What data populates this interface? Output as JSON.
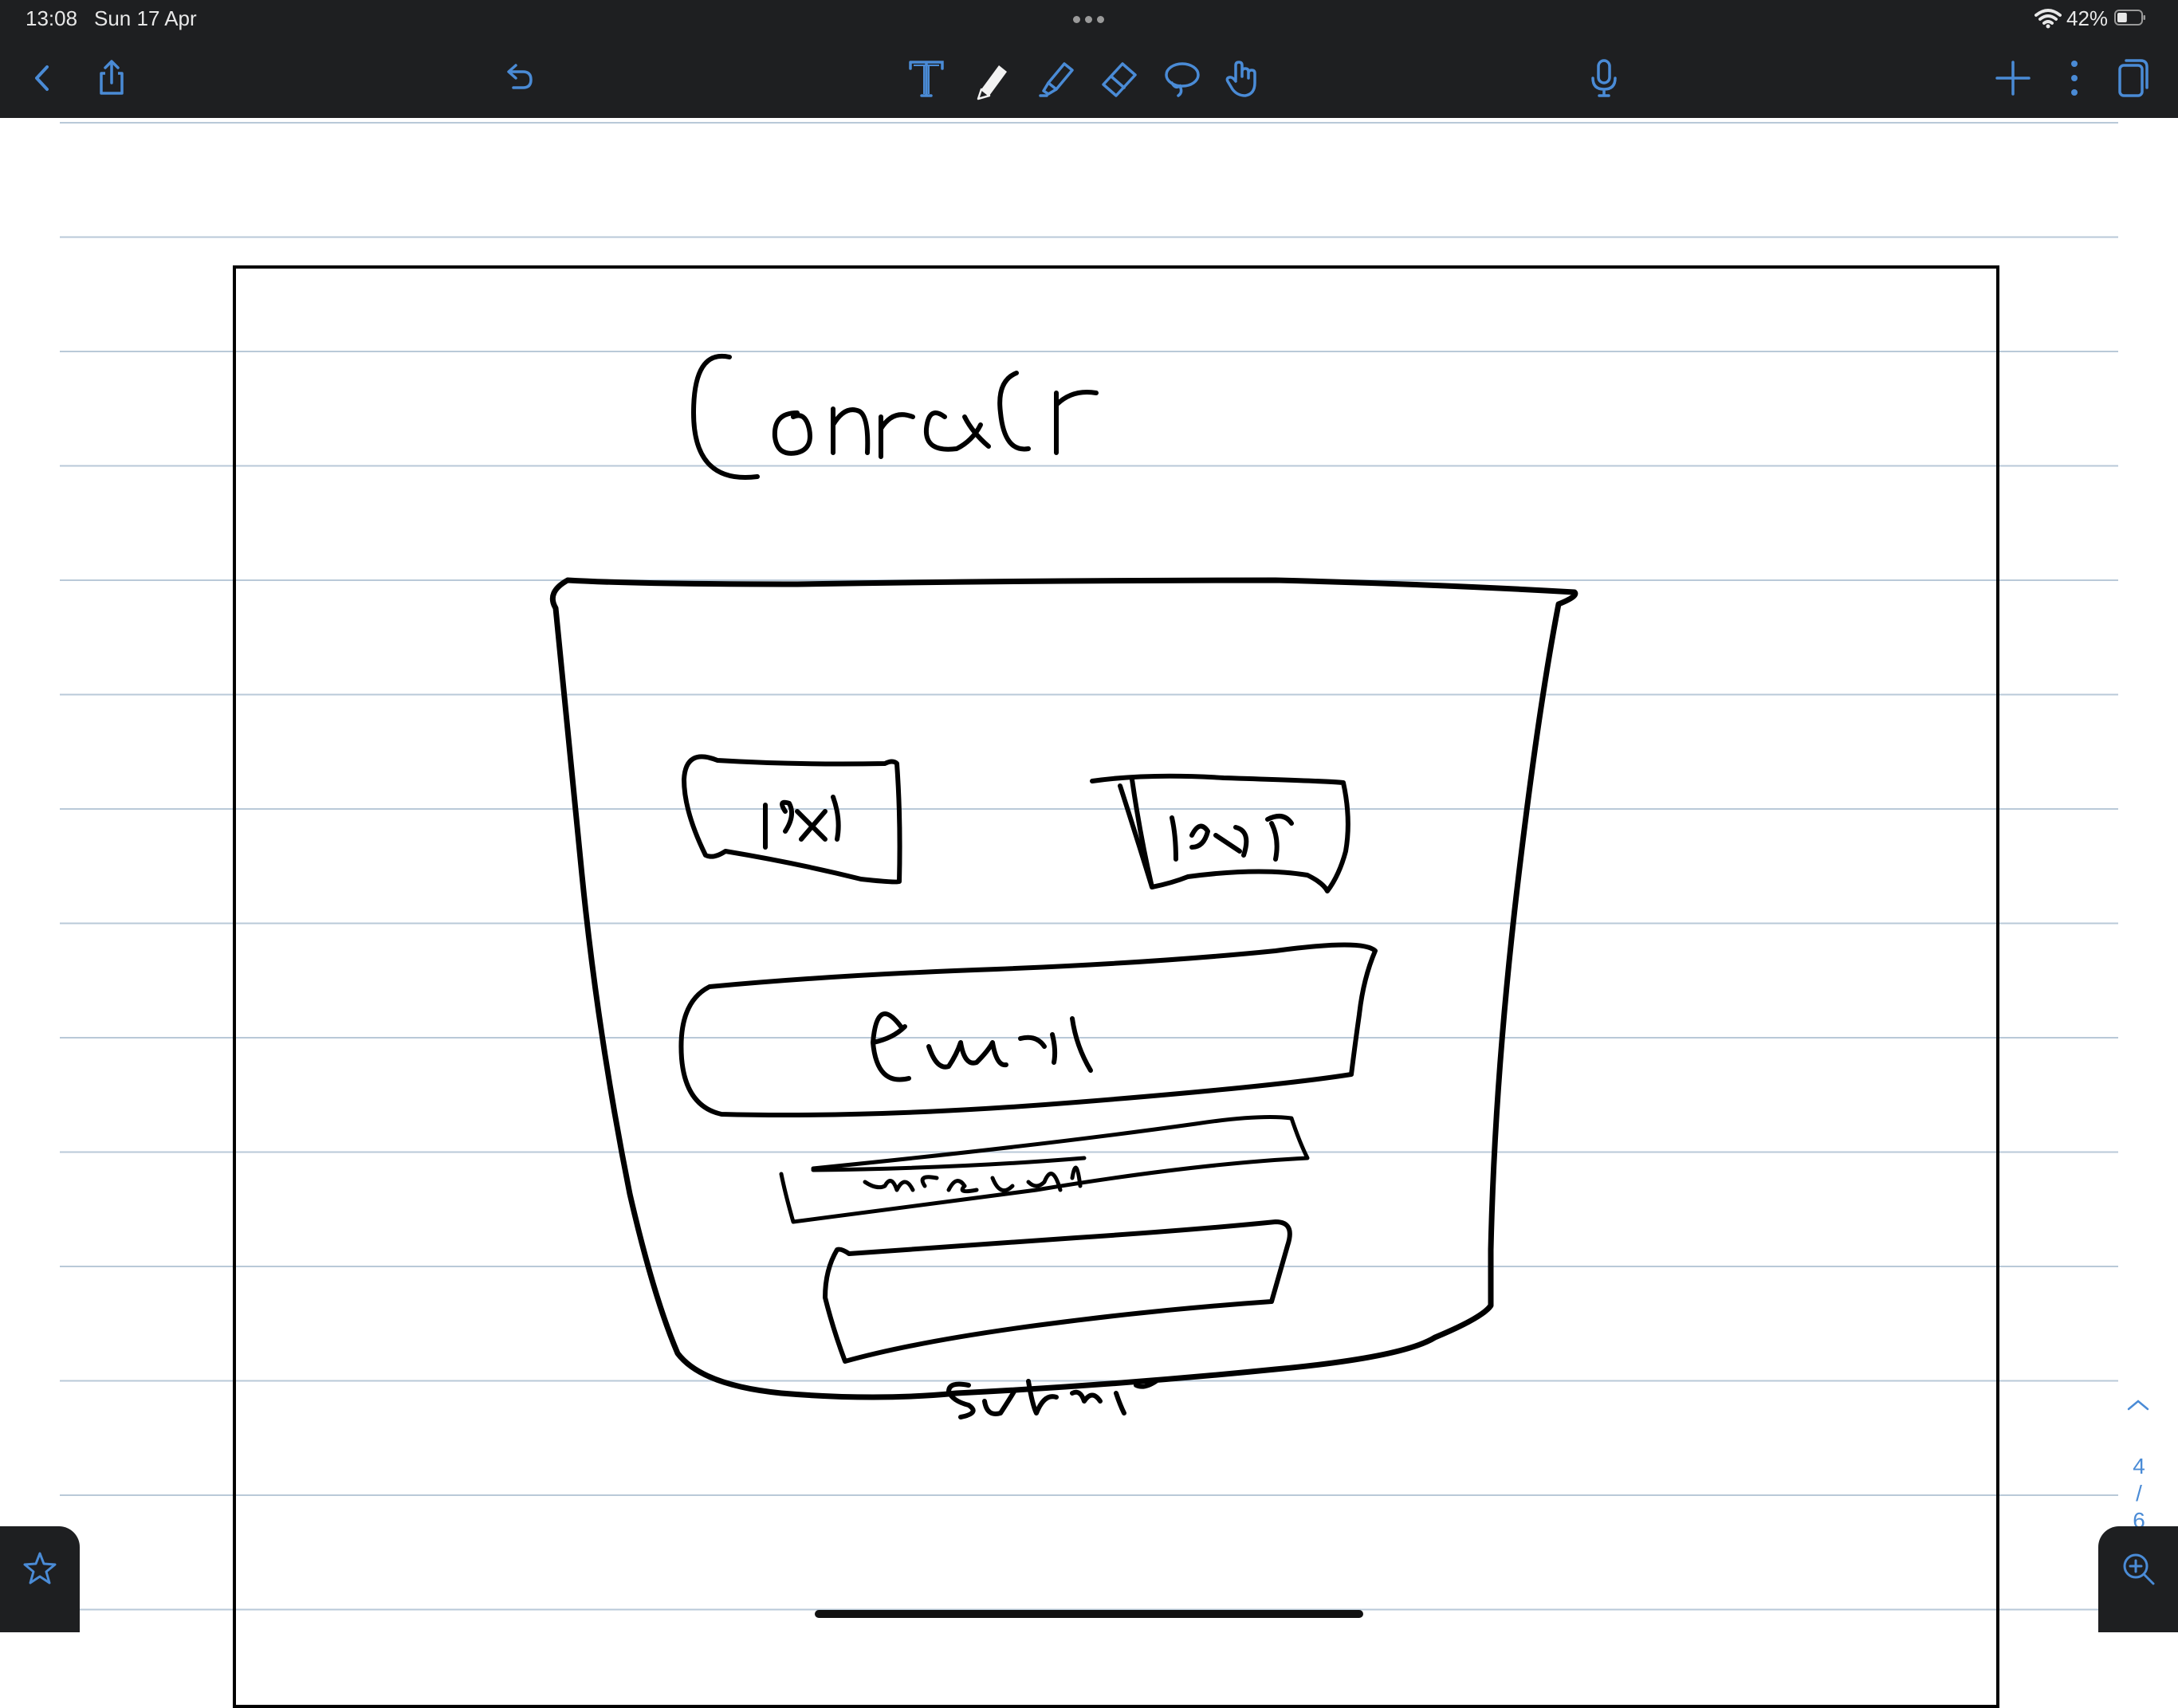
{
  "status_bar": {
    "time": "13:08",
    "date": "Sun 17 Apr",
    "battery_percent": "42%",
    "battery_level": 0.42
  },
  "toolbar": {
    "left": [
      {
        "name": "back-button",
        "icon": "chevron-left-icon"
      },
      {
        "name": "share-button",
        "icon": "share-icon"
      },
      {
        "name": "undo-button",
        "icon": "undo-icon"
      }
    ],
    "tools": [
      {
        "name": "text-tool-button",
        "icon": "text-tool-icon"
      },
      {
        "name": "pen-tool-button",
        "icon": "pen-icon",
        "selected": true
      },
      {
        "name": "highlighter-tool-button",
        "icon": "highlighter-icon"
      },
      {
        "name": "eraser-tool-button",
        "icon": "eraser-icon"
      },
      {
        "name": "lasso-tool-button",
        "icon": "lasso-icon"
      },
      {
        "name": "hand-tool-button",
        "icon": "hand-icon"
      }
    ],
    "right": [
      {
        "name": "microphone-button",
        "icon": "microphone-icon"
      },
      {
        "name": "add-button",
        "icon": "plus-icon"
      },
      {
        "name": "more-button",
        "icon": "more-vertical-icon"
      },
      {
        "name": "pages-button",
        "icon": "pages-icon"
      }
    ],
    "accent_color": "#4a8bd6",
    "background_color": "#1e1f21"
  },
  "canvas": {
    "paper_color": "#ffffff",
    "rule_color": "#b9c9d8",
    "ink_color": "#000000"
  },
  "page_nav": {
    "current": "4",
    "separator": "/",
    "total": "6"
  }
}
